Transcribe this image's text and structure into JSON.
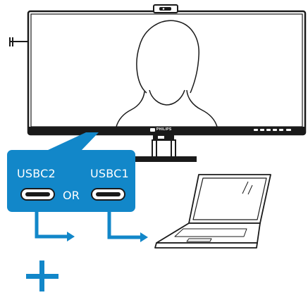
{
  "monitor": {
    "brand": "PHILIPS"
  },
  "ports": {
    "port_a_label": "USBC2",
    "port_b_label": "USBC1",
    "separator": "OR"
  },
  "colors": {
    "accent": "#1287c9",
    "outline": "#1a1a1a",
    "background": "#ffffff"
  },
  "icons": [
    "webcam-icon",
    "person-silhouette-icon",
    "usb-c-port-icon",
    "arrow-right-icon",
    "laptop-icon",
    "plus-icon"
  ]
}
